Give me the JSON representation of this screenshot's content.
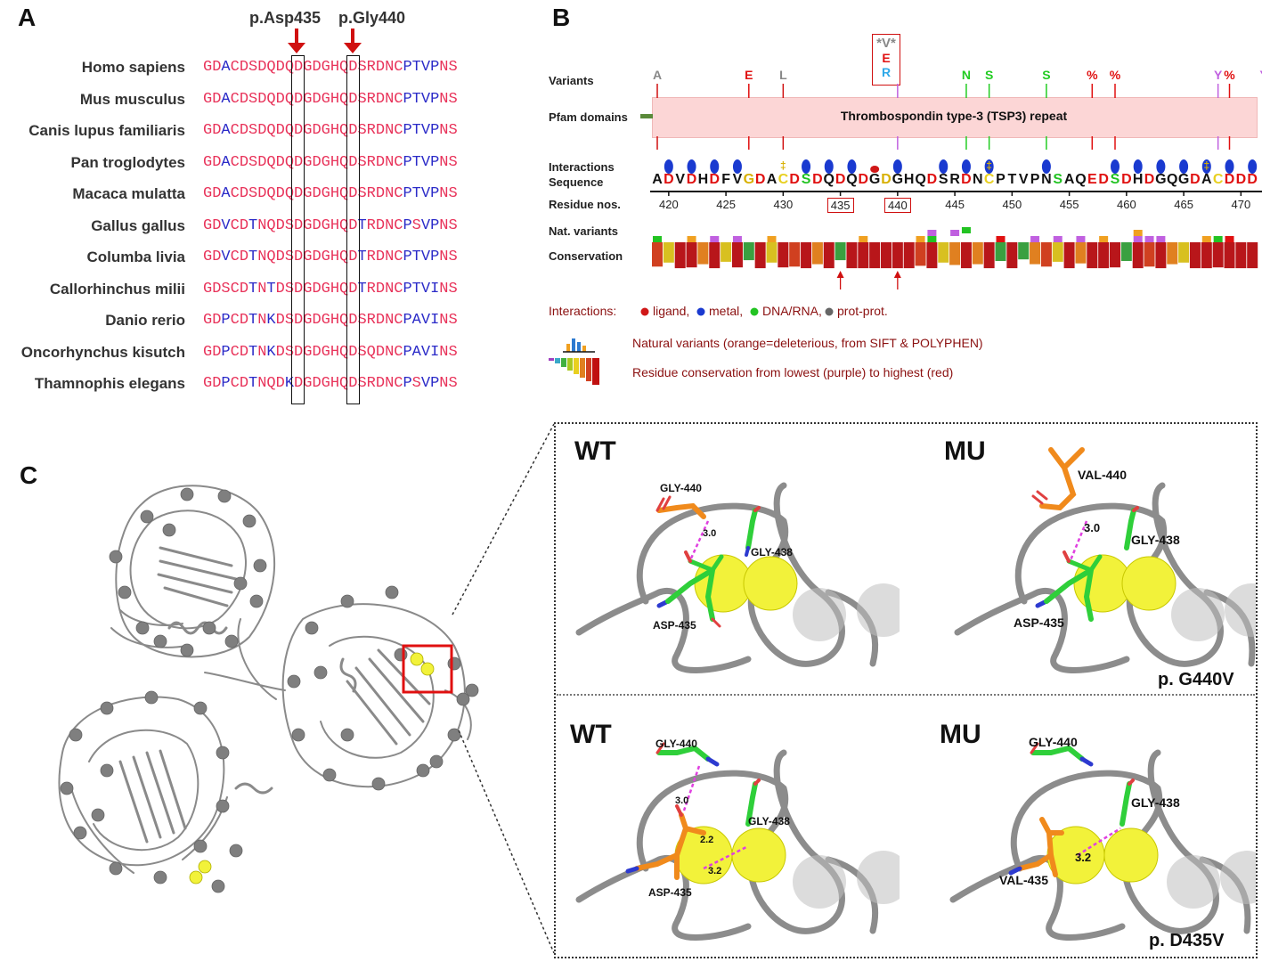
{
  "panel_letters": {
    "a": "A",
    "b": "B",
    "c": "C"
  },
  "panelA": {
    "mutations": [
      "p.Asp435",
      "p.Gly440"
    ],
    "species": [
      "Homo sapiens",
      "Mus musculus",
      "Canis lupus familiaris",
      "Pan troglodytes",
      "Macaca mulatta",
      "Gallus gallus",
      "Columba livia",
      "Callorhinchus milii",
      "Danio rerio",
      "Oncorhynchus kisutch",
      "Thamnophis elegans"
    ],
    "sequences": [
      "GDACDSDQDQDGDGHQDSRDNCPTVPNS",
      "GDACDSDQDQDGDGHQDSRDNCPTVPNS",
      "GDACDSDQDQDGDGHQDSRDNCPTVPNS",
      "GDACDSDQDQDGDGHQDSRDNCPTVPNS",
      "GDACDSDQDQDGDGHQDSRDNCPTVPNS",
      "GDVCDTNQDSDGDGHQDTRDNCPSVPNS",
      "GDVCDTNQDSDGDGHQDTRDNCPTVPNS",
      "GDSCDTNTDSDGDGHQDTRDNCPTVINS",
      "GDPCDTNKDSDGDGHQDSRDNCPAVINS",
      "GDPCDTNKDSDGDGHQDSQDNCPAVINS",
      "GDPCDTNQDKDGDGHQDSRDNCPSVPNS"
    ],
    "colors": {
      "acidic": "#e8335a",
      "other": "#2b2bc8"
    }
  },
  "panelB": {
    "row_labels": [
      "Variants",
      "Pfam domains",
      "Interactions",
      "Sequence",
      "Residue nos.",
      "Nat. variants",
      "Conservation"
    ],
    "domain_name": "Thrombospondin type-3 (TSP3) repeat",
    "variant_box": [
      "*V*",
      "E",
      "R"
    ],
    "variants": [
      {
        "label": "A",
        "color": "#888888"
      },
      {
        "label": "E",
        "color": "#e01010"
      },
      {
        "label": "L",
        "color": "#888888"
      },
      {
        "label": "N",
        "color": "#22cc22"
      },
      {
        "label": "S",
        "color": "#22cc22"
      },
      {
        "label": "S",
        "color": "#22cc22"
      },
      {
        "label": "%",
        "color": "#e01010"
      },
      {
        "label": "%",
        "color": "#e01010"
      },
      {
        "label": "Y",
        "color": "#c060e0"
      },
      {
        "label": "%",
        "color": "#e01010"
      },
      {
        "label": "Y",
        "color": "#c060e0"
      }
    ],
    "sequence": "ADVDHDFVGDACDSDQDQDGDGHQDSRDNCPTVPNSAQEDSDHDGQGDACDDD",
    "residue_numbers": [
      "420",
      "425",
      "430",
      "435",
      "440",
      "445",
      "450",
      "455",
      "460",
      "465",
      "470"
    ],
    "highlighted_residues": [
      "435",
      "440"
    ],
    "legend_interactions_label": "Interactions:",
    "legend_interactions": [
      "ligand,",
      "metal,",
      "DNA/RNA,",
      "prot-prot."
    ],
    "legend_natural_variants": "Natural variants (orange=deleterious, from SIFT & POLYPHEN)",
    "legend_conservation": "Residue conservation from lowest (purple) to highest (red)"
  },
  "panelC": {
    "structures": [
      {
        "title": "WT",
        "labels": [
          "GLY-440",
          "GLY-438",
          "ASP-435"
        ],
        "distances": [
          "3.0"
        ]
      },
      {
        "title": "MU",
        "labels": [
          "VAL-440",
          "GLY-438",
          "ASP-435"
        ],
        "distances": [
          "3.0"
        ],
        "mutation": "p. G440V"
      },
      {
        "title": "WT",
        "labels": [
          "GLY-440",
          "GLY-438",
          "ASP-435"
        ],
        "distances": [
          "3.0",
          "2.2",
          "3.2"
        ]
      },
      {
        "title": "MU",
        "labels": [
          "GLY-440",
          "GLY-438",
          "VAL-435"
        ],
        "distances": [
          "3.2"
        ],
        "mutation": "p. D435V"
      }
    ]
  },
  "colors": {
    "gly_highlight": "#2fcf3a",
    "mut_highlight": "#f08a1c",
    "metal": "#e8e83a",
    "hbond": "#e040e0",
    "protein": "#8c8c8c",
    "arrow": "#d01010"
  }
}
